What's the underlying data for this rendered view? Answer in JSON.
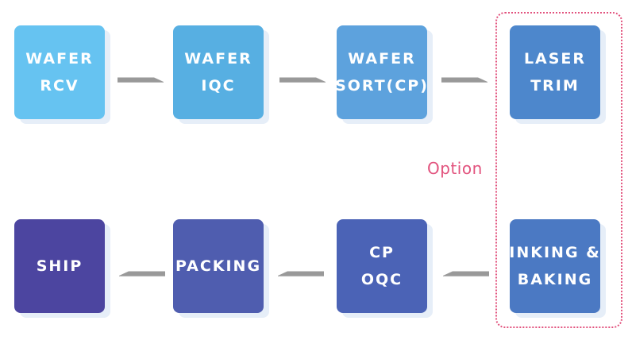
{
  "colors": {
    "step_1": "#66c3f1",
    "step_2": "#57afe2",
    "step_3": "#5da2dd",
    "step_4": "#4d87cc",
    "step_5": "#4b79c3",
    "step_6": "#4b63b6",
    "step_7": "#4f5daf",
    "step_8": "#4c45a0",
    "arrow": "#999999",
    "option": "#e2537e"
  },
  "steps": [
    {
      "line1": "WAFER",
      "line2": "RCV"
    },
    {
      "line1": "WAFER",
      "line2": "IQC"
    },
    {
      "line1": "WAFER",
      "line2": "SORT(CP)"
    },
    {
      "line1": "LASER",
      "line2": "TRIM"
    },
    {
      "line1": "INKING &",
      "line2": "BAKING"
    },
    {
      "line1": "CP",
      "line2": "OQC"
    },
    {
      "line1": "PACKING",
      "line2": ""
    },
    {
      "line1": "SHIP",
      "line2": ""
    }
  ],
  "option_label": "Option"
}
